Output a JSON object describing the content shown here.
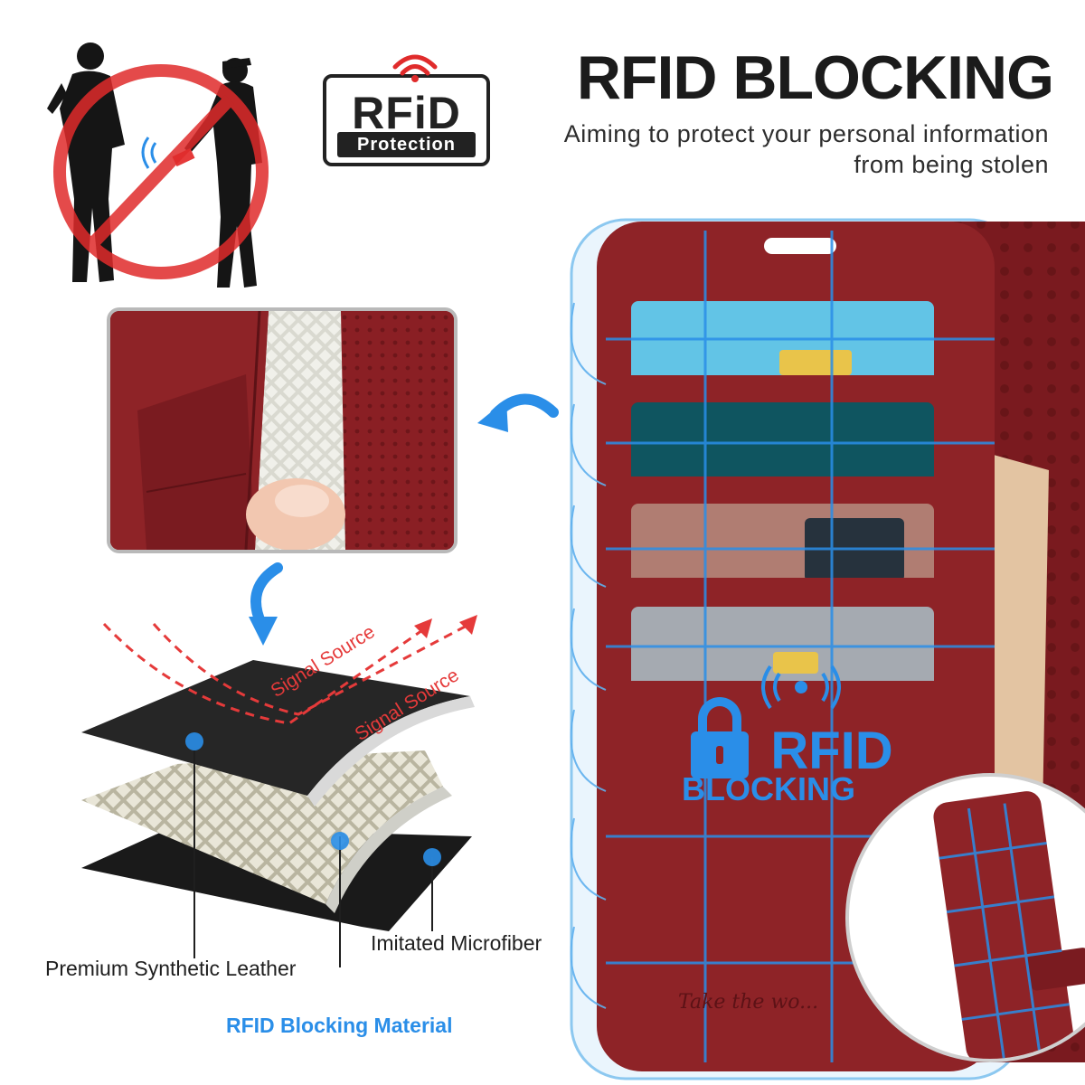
{
  "header": {
    "headline": "RFID BLOCKING",
    "subline_1": "Aiming to protect your personal information",
    "subline_2": "from being stolen"
  },
  "badge": {
    "main": "RFiD",
    "sub": "Protection"
  },
  "layers": {
    "signal_label_1": "Signal Source",
    "signal_label_2": "Signal Source",
    "label_leather": "Premium Synthetic Leather",
    "label_rfid": "RFID Blocking Material",
    "label_microfiber": "Imitated Microfiber"
  },
  "wallet": {
    "rfid_stamp_1": "RFID",
    "rfid_stamp_2": "BLOCKING",
    "embossed_text": "Take the wo..."
  },
  "colors": {
    "accent_blue": "#2a8ee8",
    "leather_red": "#8e2327",
    "signal_red": "#e53a3a",
    "headline": "#1b1b1b"
  }
}
